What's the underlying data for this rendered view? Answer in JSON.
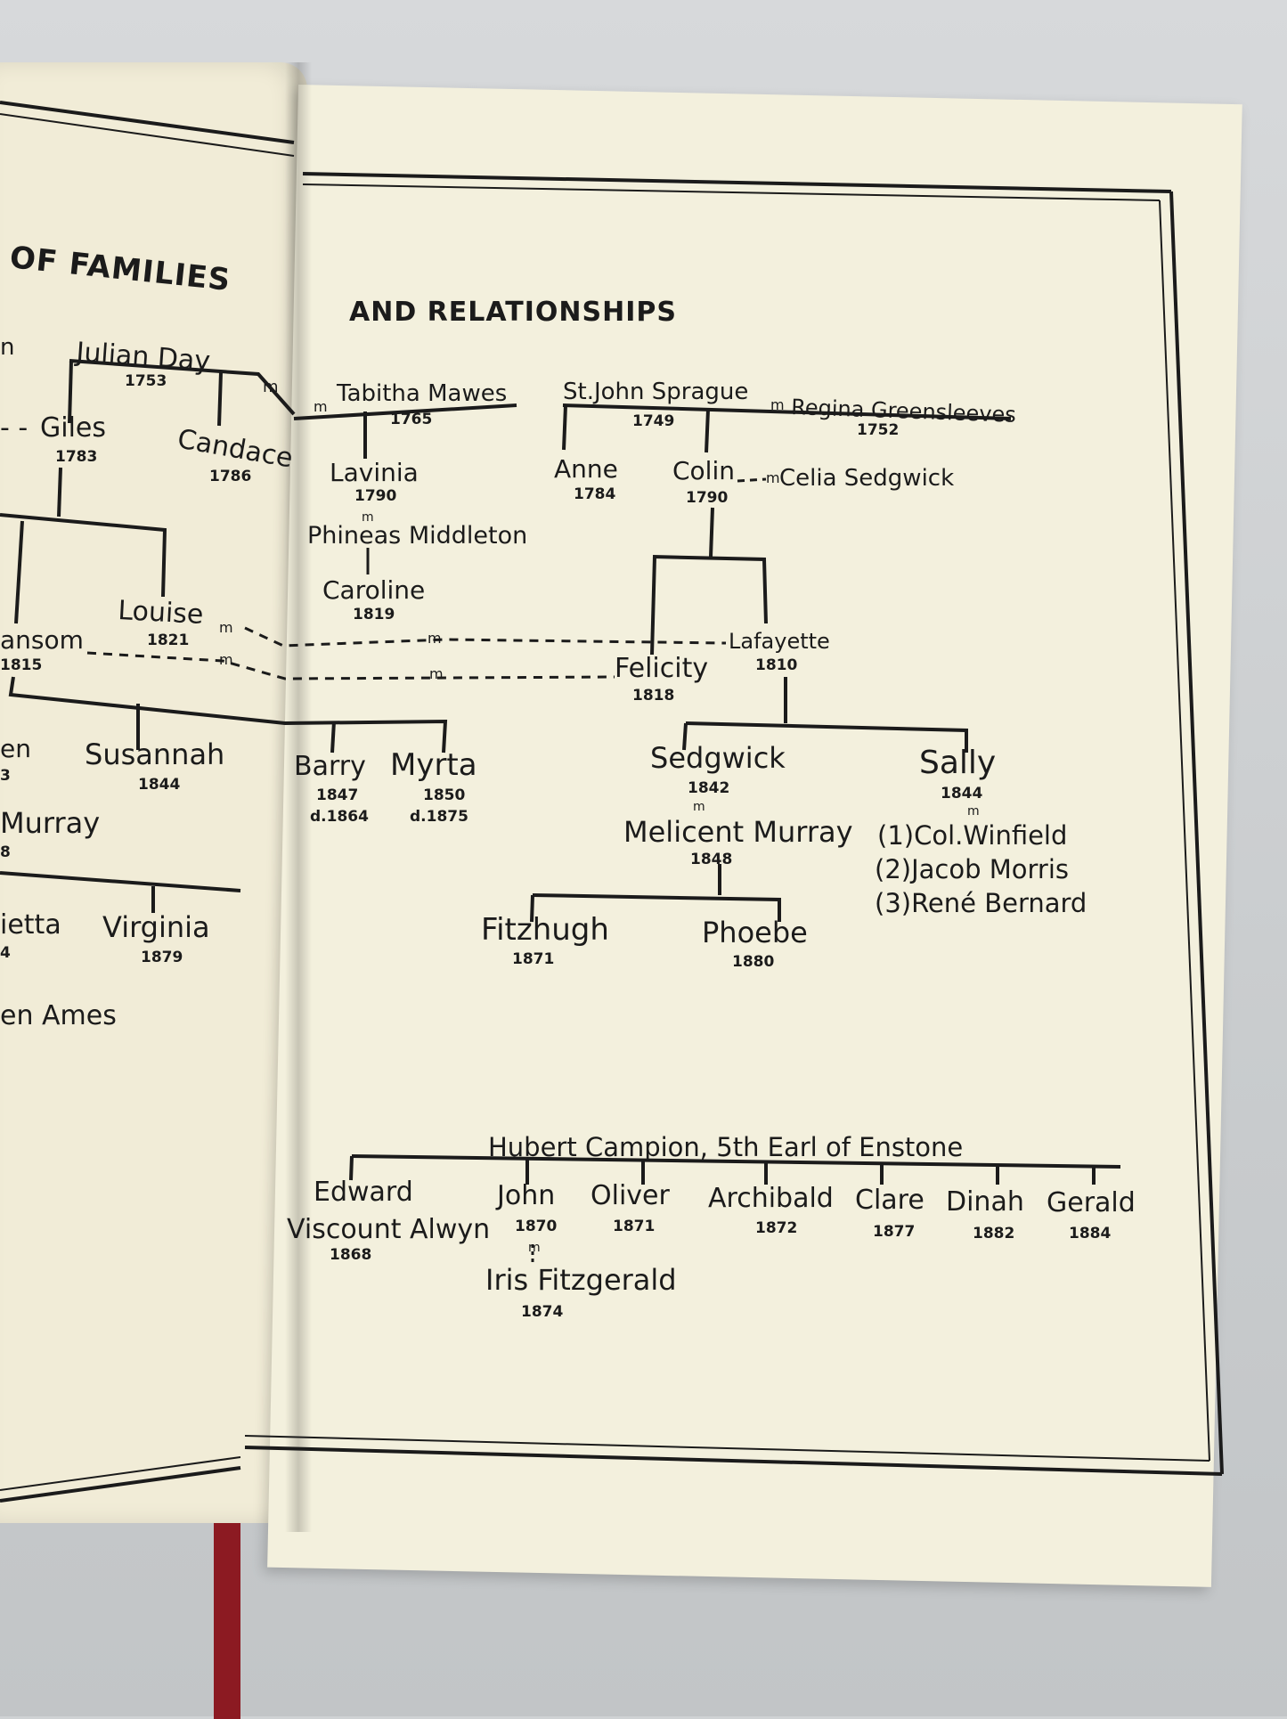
{
  "left_page": {
    "heading": "OF FAMILIES",
    "names": {
      "n": "n",
      "julian_day": "Julian Day",
      "julian_year": "1753",
      "m1": "m",
      "giles": "Giles",
      "giles_year": "1783",
      "candace": "Candace",
      "candace_year": "1786",
      "louise": "Louise",
      "louise_year": "1821",
      "ansom": "ansom",
      "ansom_year": "1815",
      "en": "en",
      "en_year": "3",
      "susannah": "Susannah",
      "susannah_year": "1844",
      "murray": "Murray",
      "murray_year": "8",
      "ietta": "ietta",
      "ietta_year": "4",
      "virginia": "Virginia",
      "virginia_year": "1879",
      "en_ames": "en Ames"
    }
  },
  "right_page": {
    "heading": "AND RELATIONSHIPS",
    "names": {
      "m_tabitha": "m",
      "tabitha": "Tabitha Mawes",
      "tabitha_year": "1765",
      "lavinia": "Lavinia",
      "lavinia_year": "1790",
      "m_lavinia": "m",
      "phineas": "Phineas Middleton",
      "caroline": "Caroline",
      "caroline_year": "1819",
      "stjohn": "St.John Sprague",
      "stjohn_year": "1749",
      "m_regina": "m",
      "regina": "Regina Greensleeves",
      "regina_year": "1752",
      "anne": "Anne",
      "anne_year": "1784",
      "colin": "Colin",
      "colin_year": "1790",
      "m_celia": "m",
      "celia": "Celia Sedgwick",
      "lafayette": "Lafayette",
      "lafayette_year": "1810",
      "felicity": "Felicity",
      "felicity_year": "1818",
      "m_dotted_upper": "m",
      "m_dotted_lower": "m",
      "m_left_upper": "m",
      "m_left_lower": "m",
      "barry": "Barry",
      "barry_year": "1847",
      "barry_death": "d.1864",
      "myrta": "Myrta",
      "myrta_year": "1850",
      "myrta_death": "d.1875",
      "sedgwick": "Sedgwick",
      "sedgwick_year": "1842",
      "m_sedgwick": "m",
      "melicent": "Melicent Murray",
      "melicent_year": "1848",
      "sally": "Sally",
      "sally_year": "1844",
      "m_sally": "m",
      "winfield": "(1)Col.Winfield",
      "morris": "(2)Jacob Morris",
      "bernard": "(3)René Bernard",
      "fitzhugh": "Fitzhugh",
      "fitzhugh_year": "1871",
      "phoebe": "Phoebe",
      "phoebe_year": "1880",
      "hubert": "Hubert Campion, 5th Earl of Enstone",
      "edward": "Edward",
      "viscount": "Viscount Alwyn",
      "edward_year": "1868",
      "john": "John",
      "john_year": "1870",
      "m_john": "m",
      "iris": "Iris Fitzgerald",
      "iris_year": "1874",
      "oliver": "Oliver",
      "oliver_year": "1871",
      "archibald": "Archibald",
      "archibald_year": "1872",
      "clare": "Clare",
      "clare_year": "1877",
      "dinah": "Dinah",
      "dinah_year": "1882",
      "gerald": "Gerald",
      "gerald_year": "1884"
    }
  }
}
